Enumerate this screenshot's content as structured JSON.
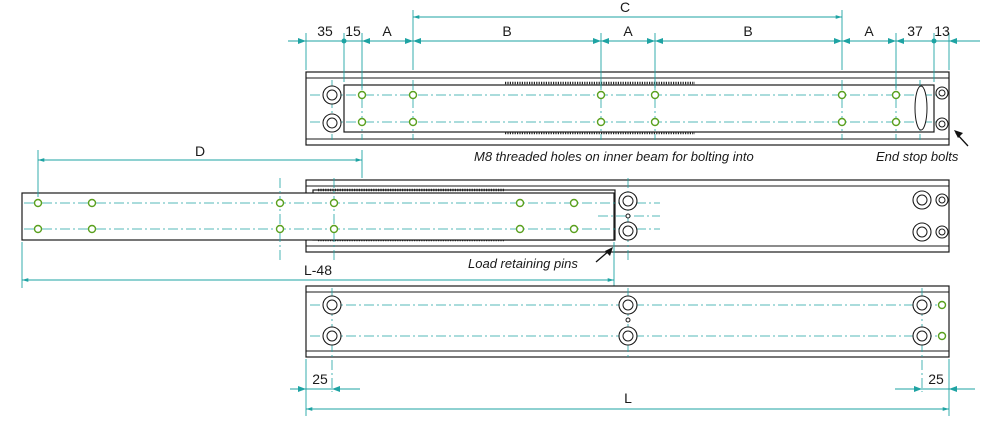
{
  "dimensions": {
    "d35": "35",
    "d15": "15",
    "a1": "A",
    "b1": "B",
    "a2": "A",
    "b2": "B",
    "a3": "A",
    "d37": "37",
    "d13": "13",
    "c": "C",
    "d": "D",
    "l48": "L-48",
    "l": "L",
    "d25_left": "25",
    "d25_right": "25"
  },
  "notes": {
    "m8_holes": "M8 threaded holes on inner beam for bolting into",
    "end_stop_bolts": "End stop bolts",
    "load_pins": "Load retaining pins"
  },
  "colors": {
    "dimension": "#1ea3a3",
    "hole": "#5aa01e",
    "outline": "#1a1a1a"
  }
}
